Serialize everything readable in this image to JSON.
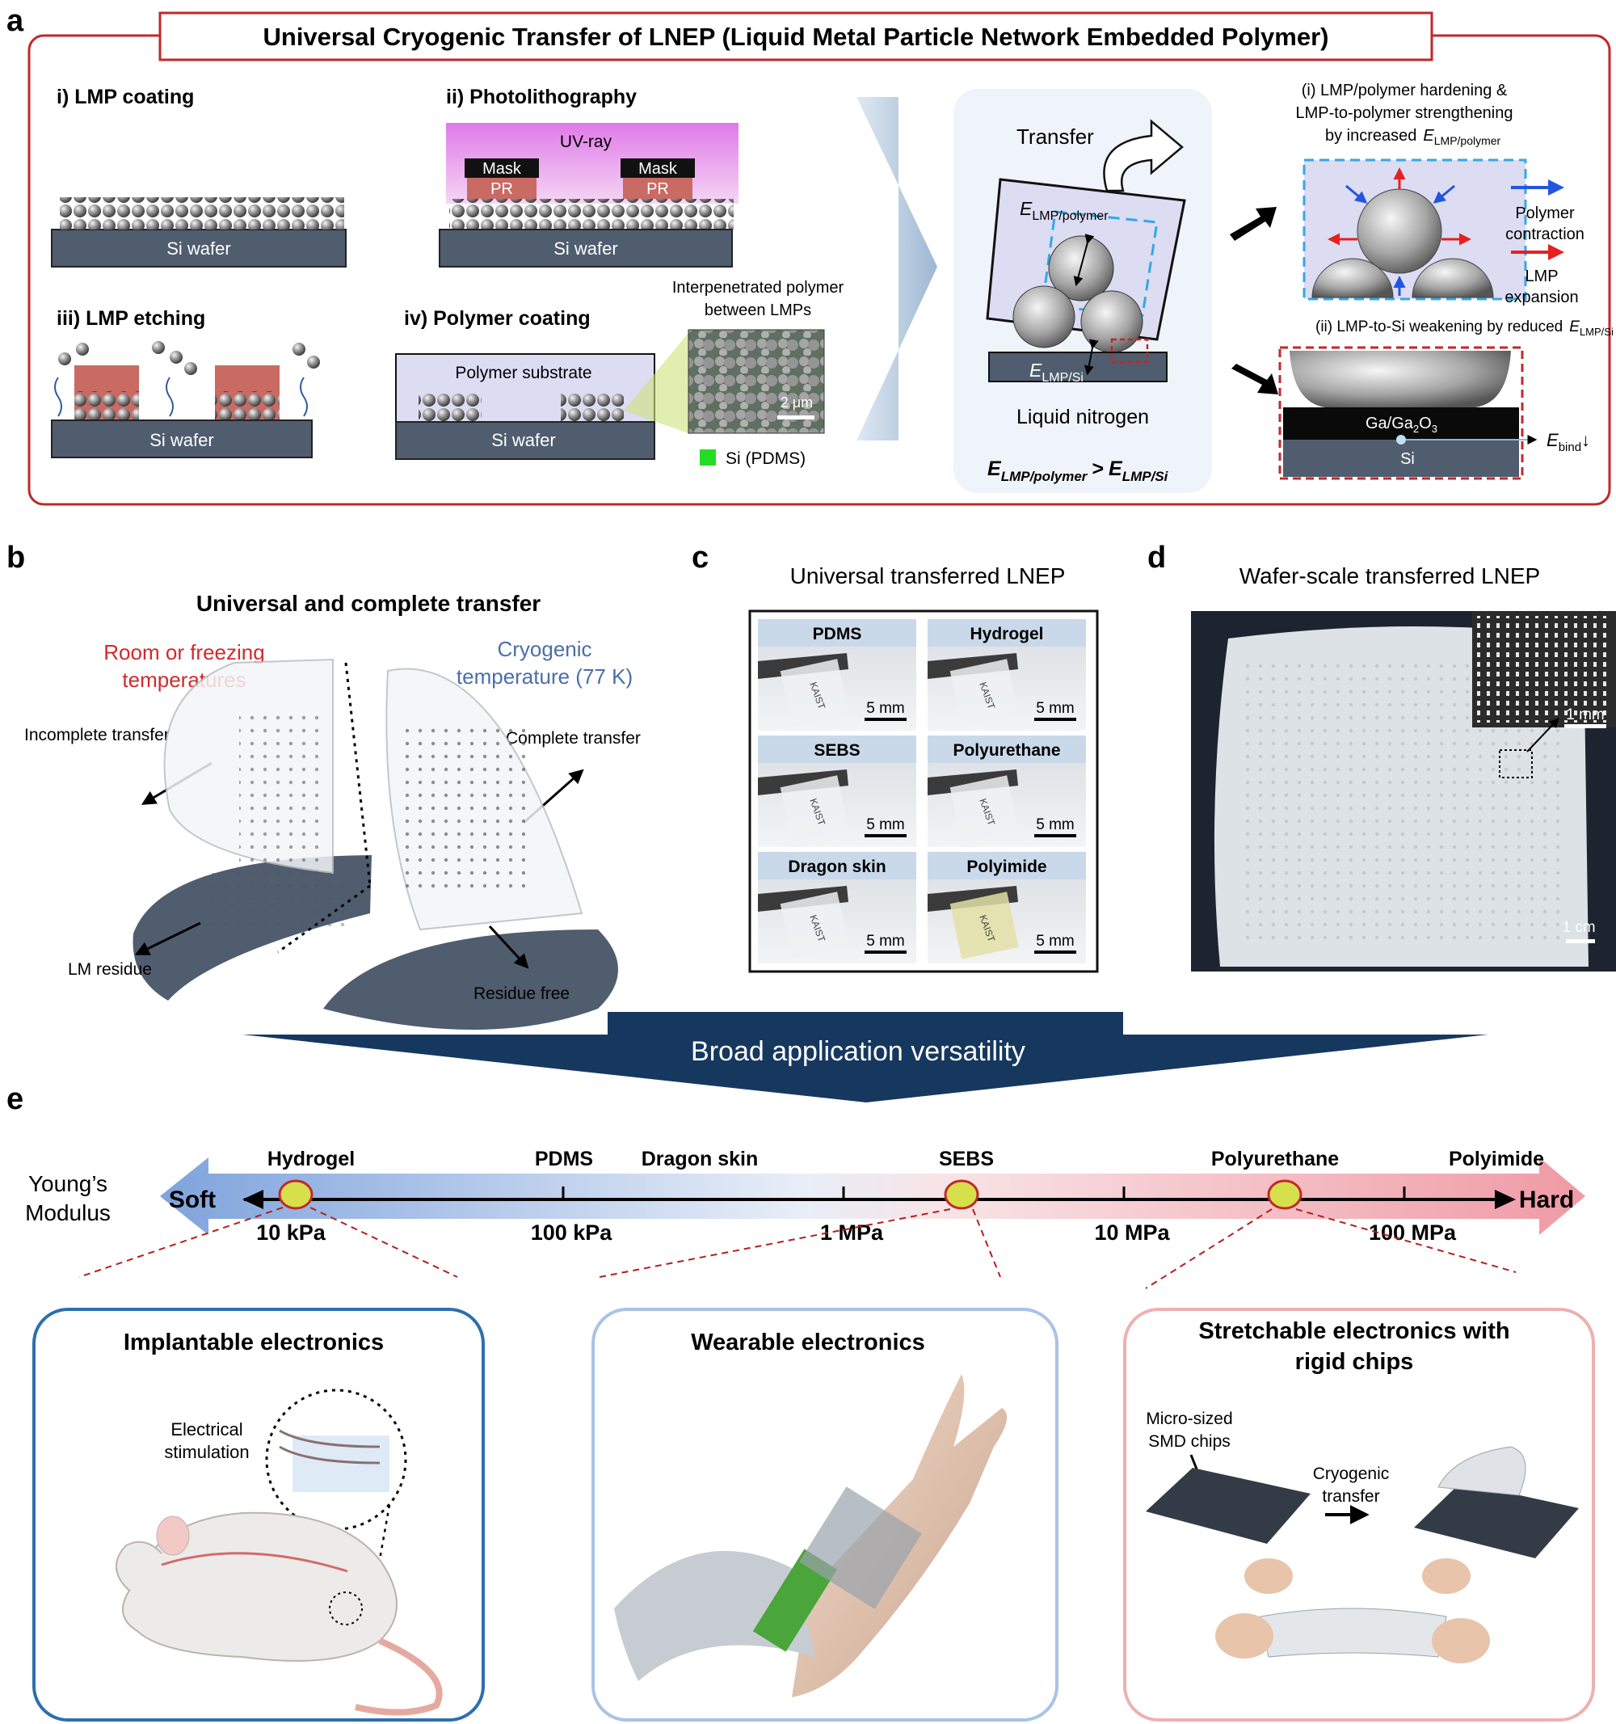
{
  "panel_letters": {
    "a": "a",
    "b": "b",
    "c": "c",
    "d": "d",
    "e": "e"
  },
  "panel_a": {
    "title": "Universal Cryogenic Transfer of LNEP (Liquid Metal Particle Network Embedded Polymer)",
    "step1": "i) LMP coating",
    "step2": "ii) Photolithography",
    "step3": "iii) LMP etching",
    "step4": "iv) Polymer coating",
    "si_wafer": "Si wafer",
    "uv_ray": "UV-ray",
    "mask": "Mask",
    "pr": "PR",
    "polymer_substrate": "Polymer substrate",
    "interpenetrated_1": "Interpenetrated polymer",
    "interpenetrated_2": "between LMPs",
    "scale_2um": "2 μm",
    "legend_si": "Si (PDMS)",
    "transfer": "Transfer",
    "e_lmp_polymer": "E",
    "e_lmp_polymer_sub": "LMP/polymer",
    "e_lmp_si": "E",
    "e_lmp_si_sub": "LMP/Si",
    "liquid_nitrogen": "Liquid nitrogen",
    "inequality_gt": ">",
    "hardening_1": "(i) LMP/polymer hardening &",
    "hardening_2": "LMP-to-polymer strengthening",
    "hardening_3": "by increased",
    "polymer_contraction_1": "Polymer",
    "polymer_contraction_2": "contraction",
    "lmp_expansion_1": "LMP",
    "lmp_expansion_2": "expansion",
    "weakening": "(ii) LMP-to-Si weakening by reduced",
    "ga": "Ga/Ga",
    "ga_sub": "2",
    "ga_o": "O",
    "ga_sub2": "3",
    "si": "Si",
    "ebind": "E",
    "ebind_sub": "bind",
    "ebind_arrow": "↓"
  },
  "panel_b": {
    "title": "Universal and complete transfer",
    "room_1": "Room or freezing",
    "room_2": "temperatures",
    "cryo_1": "Cryogenic",
    "cryo_2": "temperature (77 K)",
    "incomplete": "Incomplete transfer",
    "complete": "Complete transfer",
    "lm_residue": "LM residue",
    "residue_free": "Residue free"
  },
  "panel_c": {
    "title": "Universal transferred LNEP",
    "materials": [
      "PDMS",
      "Hydrogel",
      "SEBS",
      "Polyurethane",
      "Dragon skin",
      "Polyimide"
    ],
    "scale": "5 mm",
    "sample_text": "KAIST"
  },
  "panel_d": {
    "title": "Wafer-scale transferred LNEP",
    "scale_1mm": "1 mm",
    "scale_1cm": "1 cm"
  },
  "banner": "Broad application versatility",
  "panel_e": {
    "axis_label_1": "Young’s",
    "axis_label_2": "Modulus",
    "soft": "Soft",
    "hard": "Hard",
    "ticks": [
      "10 kPa",
      "100 kPa",
      "1 MPa",
      "10 MPa",
      "100 MPa"
    ],
    "materials": [
      "Hydrogel",
      "PDMS",
      "Dragon skin",
      "SEBS",
      "Polyurethane",
      "Polyimide"
    ],
    "implantable": "Implantable electronics",
    "electrical_1": "Electrical",
    "electrical_2": "stimulation",
    "wearable": "Wearable electronics",
    "stretchable_1": "Stretchable electronics with",
    "stretchable_2": "rigid chips",
    "smd_1": "Micro-sized",
    "smd_2": "SMD chips",
    "cryo_transfer_1": "Cryogenic",
    "cryo_transfer_2": "transfer"
  },
  "colors": {
    "frame_red": "#c0282b",
    "wafer": "#4f5d6e",
    "pr": "#c96a63",
    "polymer": "#dcdcf3",
    "uv": "#e69ae8",
    "implant_border": "#2d6fb0",
    "wear_border": "#a9c3e6",
    "stretch_border": "#eeb0b0",
    "banner": "#16385f"
  }
}
